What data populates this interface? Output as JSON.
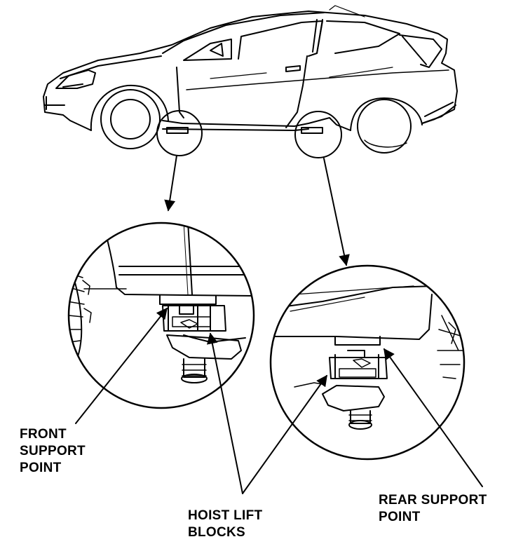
{
  "labels": {
    "front_support": [
      "FRONT",
      "SUPPORT",
      "POINT"
    ],
    "hoist_lift_blocks": [
      "HOIST LIFT",
      "BLOCKS"
    ],
    "rear_support": [
      "REAR SUPPORT",
      "POINT"
    ]
  }
}
